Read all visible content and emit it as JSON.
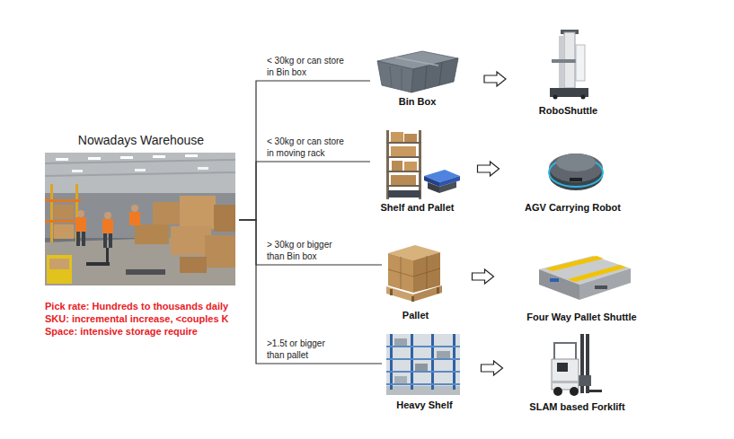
{
  "diagram": {
    "nodes": [
      {
        "text": [
          "Nowadays Warehouse",
          "Pick rate: Hundreds to thousands daily",
          "SKU: incremental increase, <couples K",
          "Space: intensive storage require"
        ]
      },
      {
        "text": [
          "Bin Box"
        ]
      },
      {
        "text": [
          "Shelf and Pallet"
        ]
      },
      {
        "text": [
          "Pallet"
        ]
      },
      {
        "text": [
          "Heavy Shelf"
        ]
      },
      {
        "text": [
          "RoboShuttle"
        ]
      },
      {
        "text": [
          "AGV Carrying Robot"
        ]
      },
      {
        "text": [
          "Four Way Pallet Shuttle"
        ]
      },
      {
        "text": [
          "SLAM based Forklift"
        ]
      }
    ],
    "edges": [
      {
        "from": 0,
        "to": 1,
        "arrow": "none",
        "label": "< 30kg or can store in Bin box"
      },
      {
        "from": 0,
        "to": 2,
        "arrow": "none",
        "label": "< 30kg or can store in moving rack"
      },
      {
        "from": 0,
        "to": 3,
        "arrow": "none",
        "label": "> 30kg or bigger than Bin box"
      },
      {
        "from": 0,
        "to": 4,
        "arrow": "none",
        "label": ">1.5t or bigger than pallet"
      },
      {
        "from": 1,
        "to": 5,
        "arrow": "to"
      },
      {
        "from": 2,
        "to": 6,
        "arrow": "to"
      },
      {
        "from": 3,
        "to": 7,
        "arrow": "to"
      },
      {
        "from": 4,
        "to": 8,
        "arrow": "to"
      }
    ]
  }
}
